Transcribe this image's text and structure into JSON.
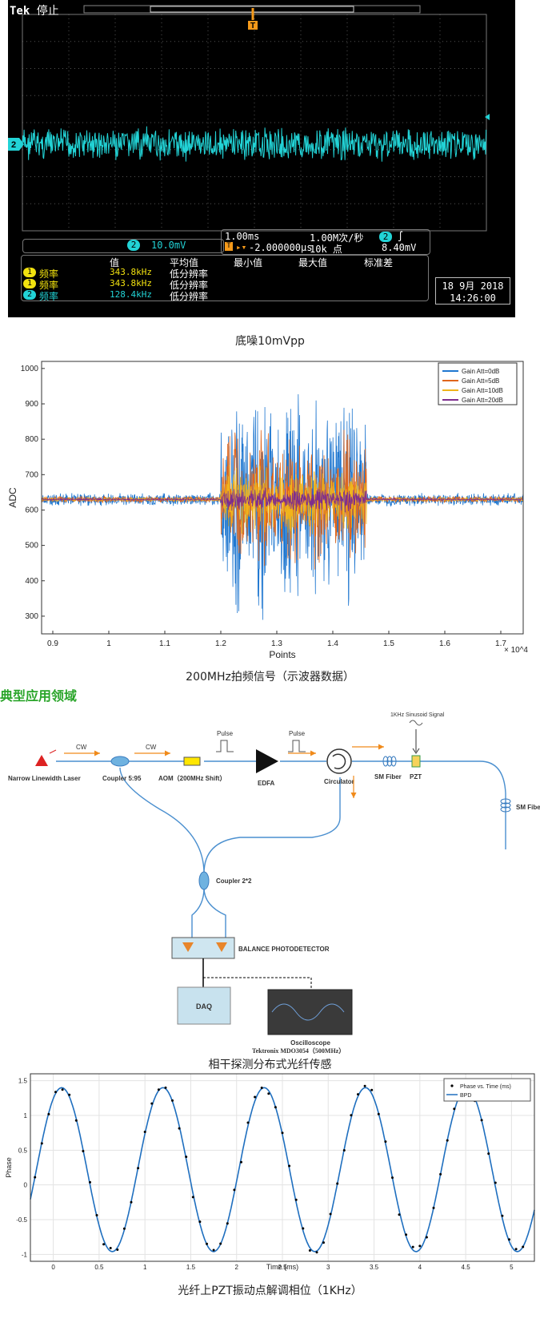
{
  "oscilloscope": {
    "brand": "Tek",
    "status": "停止",
    "trigger_marker": "T",
    "channel": "2",
    "ch2_scale": "10.0mV",
    "timebase": "1.00ms",
    "sample_rate": "1.00M次/秒",
    "trigger_delay": "-2.000000µs",
    "record_length": "10k 点",
    "trigger_level": "8.40mV",
    "trigger_slope": "∫",
    "date": "18 9月 2018",
    "time": "14:26:00",
    "meas_headers": [
      "值",
      "平均值",
      "最小值",
      "最大值",
      "标准差"
    ],
    "measurements": [
      {
        "ch": "1",
        "name": "频率",
        "value": "343.8kHz",
        "mean": "低分辨率"
      },
      {
        "ch": "1",
        "name": "频率",
        "value": "343.8kHz",
        "mean": "低分辨率"
      },
      {
        "ch": "2",
        "name": "频率",
        "value": "128.4kHz",
        "mean": "低分辨率"
      }
    ],
    "colors": {
      "ch1": "#f2e20f",
      "ch2": "#22d3d6",
      "grid": "#6a6a6a",
      "trigger": "#f59a1a"
    }
  },
  "captions": {
    "noise": "底噪10mVpp",
    "beat": "200MHz拍频信号（示波器数据）",
    "diagram": "相干探测分布式光纤传感",
    "phase": "光纤上PZT振动点解调相位（1KHz）"
  },
  "section_title": "典型应用领域",
  "diagram": {
    "labels": {
      "laser": "Narrow Linewidth Laser",
      "coupler1": "Coupler 5:95",
      "aom": "AOM（200MHz Shift）",
      "edfa": "EDFA",
      "circulator": "Circulator",
      "smfiber1": "SM Fiber",
      "pzt": "PZT",
      "smfiber2": "SM Fiber",
      "sinusoid": "1KHz Sinusoid Signal",
      "cw1": "CW",
      "cw2": "CW",
      "pulse1": "Pulse",
      "pulse2": "Pulse",
      "coupler2": "Coupler 2*2",
      "bpd": "BALANCE PHOTODETECTOR",
      "daq": "DAQ",
      "osc": "Oscilloscope",
      "osc_model": "Tektronix MDO3054（500MHz）"
    }
  },
  "chart_data": [
    {
      "type": "line",
      "title": "",
      "xlabel": "Points",
      "ylabel": "ADC",
      "x_multiplier": "× 10^4",
      "xlim": [
        0.88,
        1.74
      ],
      "ylim": [
        250,
        1020
      ],
      "xticks": [
        0.9,
        1,
        1.1,
        1.2,
        1.3,
        1.4,
        1.5,
        1.6,
        1.7
      ],
      "yticks": [
        300,
        400,
        500,
        600,
        700,
        800,
        900,
        1000
      ],
      "baseline": 630,
      "burst_range": [
        1.2,
        1.46
      ],
      "series": [
        {
          "name": "Gain Att=0dB",
          "color": "#1f77d0",
          "peak_amplitude": 370,
          "noise_amplitude": 20
        },
        {
          "name": "Gain Att=5dB",
          "color": "#e0661c",
          "peak_amplitude": 230,
          "noise_amplitude": 10
        },
        {
          "name": "Gain Att=10dB",
          "color": "#f0b41c",
          "peak_amplitude": 120,
          "noise_amplitude": 6
        },
        {
          "name": "Gain Att=20dB",
          "color": "#7e2d8e",
          "peak_amplitude": 40,
          "noise_amplitude": 3
        }
      ],
      "legend": "top-right",
      "grid": false
    },
    {
      "type": "line",
      "title": "",
      "xlabel": "Time (ms)",
      "ylabel": "Phase",
      "xlim": [
        -0.25,
        5.25
      ],
      "ylim": [
        -1.1,
        1.6
      ],
      "xticks": [
        0,
        0.5,
        1,
        1.5,
        2,
        2.5,
        3,
        3.5,
        4,
        4.5,
        5
      ],
      "yticks": [
        -1,
        -0.5,
        0,
        0.5,
        1,
        1.5
      ],
      "grid": true,
      "legend": "top-right",
      "series": [
        {
          "name": "Phase vs. Time (ms)",
          "style": "points",
          "color": "#000000"
        },
        {
          "name": "BPD",
          "style": "line",
          "color": "#1f6fbf"
        }
      ],
      "model": {
        "amplitude": 1.18,
        "offset": 0.22,
        "frequency_per_ms": 0.905,
        "phase_shift": 1.05
      }
    }
  ]
}
